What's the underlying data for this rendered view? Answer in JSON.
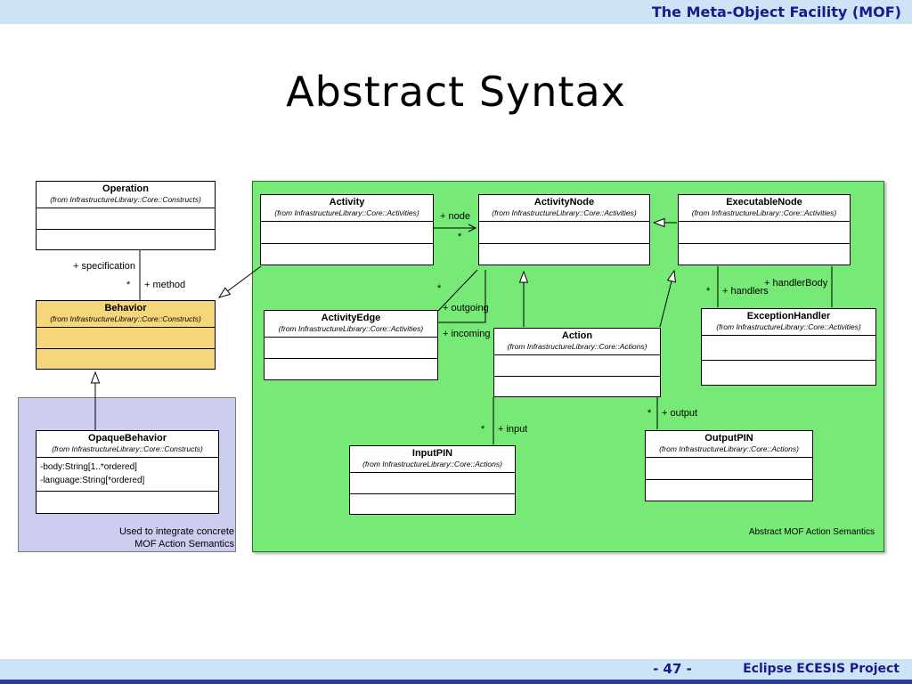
{
  "header": {
    "title": "The Meta-Object Facility (MOF)"
  },
  "slide": {
    "title": "Abstract Syntax"
  },
  "footer": {
    "page_number": "- 47 -",
    "project": "Eclipse ECESIS Project"
  },
  "panels": {
    "green_caption": "Abstract MOF Action Semantics",
    "purple_caption_line1": "Used to integrate concrete",
    "purple_caption_line2": "MOF Action Semantics"
  },
  "classes": {
    "operation": {
      "name": "Operation",
      "from": "(from InfrastructureLibrary::Core::Constructs)"
    },
    "behavior": {
      "name": "Behavior",
      "from": "(from InfrastructureLibrary::Core::Constructs)"
    },
    "opaque_behavior": {
      "name": "OpaqueBehavior",
      "from": "(from InfrastructureLibrary::Core::Constructs)",
      "attr1": "-body:String[1..*ordered]",
      "attr2": "-language:String[*ordered]"
    },
    "activity": {
      "name": "Activity",
      "from": "(from InfrastructureLibrary::Core::Activities)"
    },
    "activity_node": {
      "name": "ActivityNode",
      "from": "(from InfrastructureLibrary::Core::Activities)"
    },
    "executable_node": {
      "name": "ExecutableNode",
      "from": "(from InfrastructureLibrary::Core::Activities)"
    },
    "activity_edge": {
      "name": "ActivityEdge",
      "from": "(from InfrastructureLibrary::Core::Activities)"
    },
    "action": {
      "name": "Action",
      "from": "(from InfrastructureLibrary::Core::Actions)"
    },
    "exception_handler": {
      "name": "ExceptionHandler",
      "from": "(from InfrastructureLibrary::Core::Activities)"
    },
    "input_pin": {
      "name": "InputPIN",
      "from": "(from InfrastructureLibrary::Core::Actions)"
    },
    "output_pin": {
      "name": "OutputPIN",
      "from": "(from InfrastructureLibrary::Core::Actions)"
    }
  },
  "labels": {
    "specification": "+ specification",
    "method": "+ method",
    "node": "+ node",
    "outgoing": "+ outgoing",
    "incoming": "+ incoming",
    "handlers": "+ handlers",
    "handler_body": "+ handlerBody",
    "input": "+ input",
    "output": "+ output",
    "star": "*"
  },
  "colors": {
    "bar_background": "#cde4f7",
    "accent_text": "#1a1a8c",
    "green_panel": "#76e976",
    "yellow_class": "#f6d67b",
    "purple_panel": "#cdcdf0",
    "footer_strip": "#2e3b9e"
  }
}
